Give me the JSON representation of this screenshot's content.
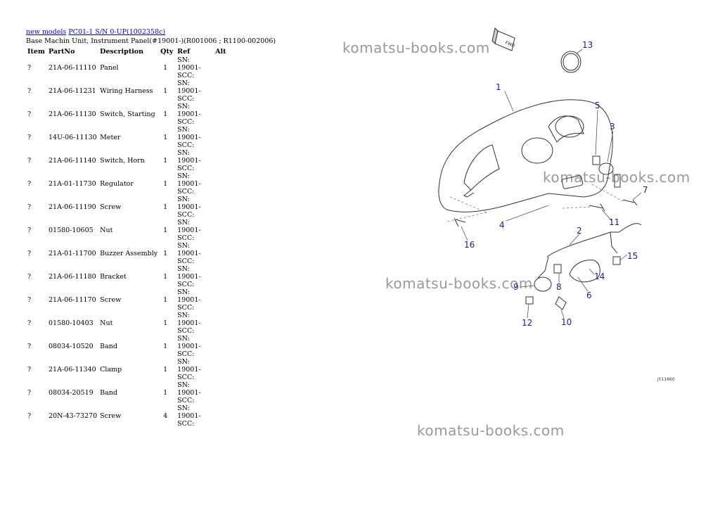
{
  "breadcrumb": {
    "link1": "new models",
    "link2": "PC01-1 S/N 0-UP(1002358c)"
  },
  "subtitle": "Base Machin Unit, Instrument Panel(#19001-)(R001006 ; R1100-002006)",
  "table": {
    "headers": {
      "item": "Item",
      "partno": "PartNo",
      "description": "Description",
      "qty": "Qty",
      "ref": "Ref",
      "alt": "Alt"
    },
    "rows": [
      {
        "item": "?",
        "partno": "21A-06-11110",
        "description": "Panel",
        "qty": "1",
        "ref": "SN: 19001-SCC:"
      },
      {
        "item": "?",
        "partno": "21A-06-11231",
        "description": "Wiring Harness",
        "qty": "1",
        "ref": "SN: 19001-SCC:"
      },
      {
        "item": "?",
        "partno": "21A-06-11130",
        "description": "Switch, Starting",
        "qty": "1",
        "ref": "SN: 19001-SCC:"
      },
      {
        "item": "?",
        "partno": "14U-06-11130",
        "description": "Meter",
        "qty": "1",
        "ref": "SN: 19001-SCC:"
      },
      {
        "item": "?",
        "partno": "21A-06-11140",
        "description": "Switch, Horn",
        "qty": "1",
        "ref": "SN: 19001-SCC:"
      },
      {
        "item": "?",
        "partno": "21A-01-11730",
        "description": "Regulator",
        "qty": "1",
        "ref": "SN: 19001-SCC:"
      },
      {
        "item": "?",
        "partno": "21A-06-11190",
        "description": "Screw",
        "qty": "1",
        "ref": "SN: 19001-SCC:"
      },
      {
        "item": "?",
        "partno": "01580-10605",
        "description": "Nut",
        "qty": "1",
        "ref": "SN: 19001-SCC:"
      },
      {
        "item": "?",
        "partno": "21A-01-11700",
        "description": "Buzzer Assembly",
        "qty": "1",
        "ref": "SN: 19001-SCC:"
      },
      {
        "item": "?",
        "partno": "21A-06-11180",
        "description": "Bracket",
        "qty": "1",
        "ref": "SN: 19001-SCC:"
      },
      {
        "item": "?",
        "partno": "21A-06-11170",
        "description": "Screw",
        "qty": "1",
        "ref": "SN: 19001-SCC:"
      },
      {
        "item": "?",
        "partno": "01580-10403",
        "description": "Nut",
        "qty": "1",
        "ref": "SN: 19001-SCC:"
      },
      {
        "item": "?",
        "partno": "08034-10520",
        "description": "Band",
        "qty": "1",
        "ref": "SN: 19001-SCC:"
      },
      {
        "item": "?",
        "partno": "21A-06-11340",
        "description": "Clamp",
        "qty": "1",
        "ref": "SN: 19001-SCC:"
      },
      {
        "item": "?",
        "partno": "08034-20519",
        "description": "Band",
        "qty": "1",
        "ref": "SN: 19001-SCC:"
      },
      {
        "item": "?",
        "partno": "20N-43-73270",
        "description": "Screw",
        "qty": "4",
        "ref": "SN: 19001-SCC:"
      }
    ]
  },
  "watermark": "komatsu-books.com",
  "diagram": {
    "fwd_label": "FWD",
    "callouts": [
      "1",
      "2",
      "3",
      "4",
      "5",
      "6",
      "7",
      "8",
      "9",
      "10",
      "11",
      "12",
      "13",
      "14",
      "15",
      "16"
    ],
    "code": "JY11660"
  }
}
